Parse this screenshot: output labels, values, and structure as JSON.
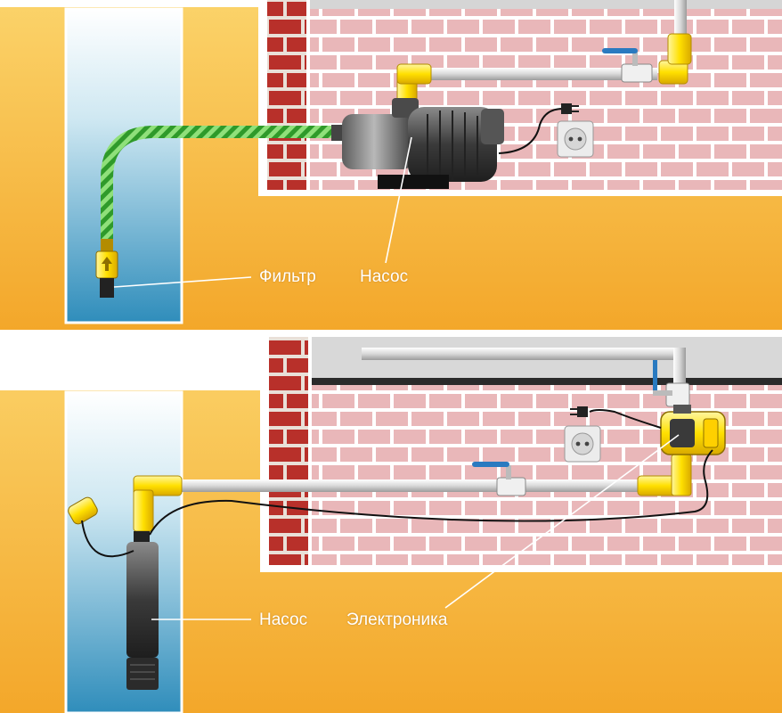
{
  "top_panel": {
    "labels": {
      "filter": "Фильтр",
      "pump": "Насос"
    }
  },
  "bottom_panel": {
    "labels": {
      "pump": "Насос",
      "electronics": "Электроника"
    }
  },
  "colors": {
    "ground": "#f6b030",
    "water": "#3d97c2",
    "brick": "#e8b3b5",
    "wall_brick": "#b72e26",
    "pipe_fittings": "#ffe000",
    "hose": "#3fba38",
    "label_text": "#ffffff"
  }
}
